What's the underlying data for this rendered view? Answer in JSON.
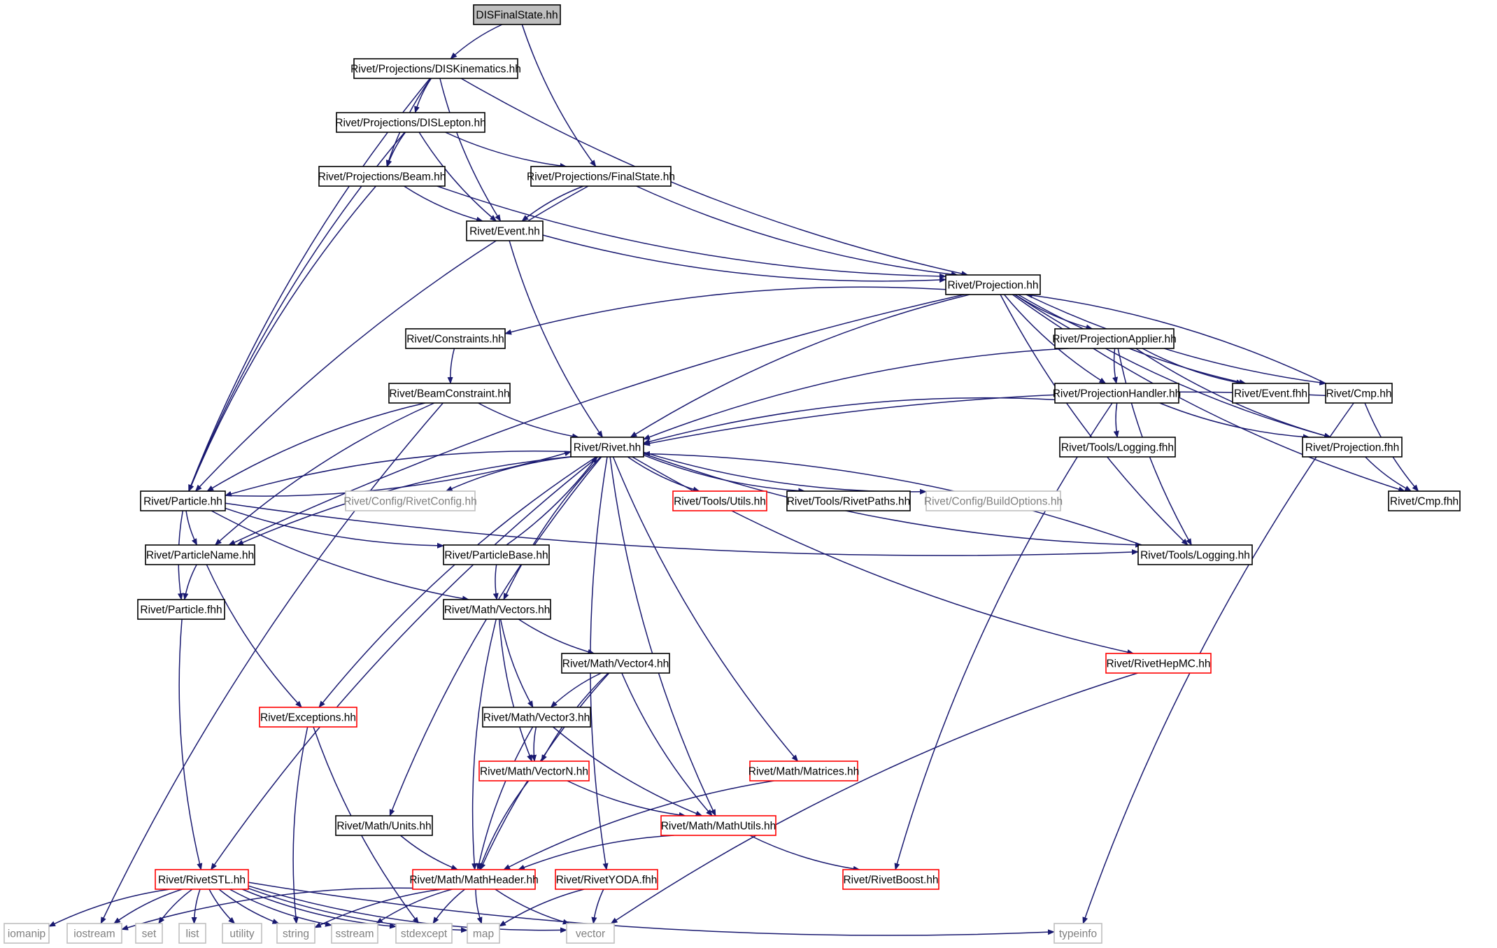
{
  "title_node": "DISFinalState.hh",
  "colors": {
    "edge": "#191970",
    "root_fill": "#bfbfbf",
    "normal_border": "#000000",
    "truncated_border": "#ff0000",
    "external_border": "#bfbfbf",
    "external_text": "#808080"
  },
  "legend_of_styles": {
    "root": "highlighted file (grey fill)",
    "normal": "documented header (black border)",
    "truncated": "header with hidden includes (red border)",
    "external": "undocumented / system header (grey border)"
  },
  "nodes": [
    {
      "id": "dfs",
      "label": "DISFinalState.hh",
      "style": "root"
    },
    {
      "id": "diskin",
      "label": "Rivet/Projections/DISKinematics.hh",
      "style": "normal"
    },
    {
      "id": "dislep",
      "label": "Rivet/Projections/DISLepton.hh",
      "style": "normal"
    },
    {
      "id": "beam",
      "label": "Rivet/Projections/Beam.hh",
      "style": "normal"
    },
    {
      "id": "fs",
      "label": "Rivet/Projections/FinalState.hh",
      "style": "normal"
    },
    {
      "id": "event",
      "label": "Rivet/Event.hh",
      "style": "normal"
    },
    {
      "id": "proj",
      "label": "Rivet/Projection.hh",
      "style": "normal"
    },
    {
      "id": "constr",
      "label": "Rivet/Constraints.hh",
      "style": "normal"
    },
    {
      "id": "beamc",
      "label": "Rivet/BeamConstraint.hh",
      "style": "normal"
    },
    {
      "id": "projapp",
      "label": "Rivet/ProjectionApplier.hh",
      "style": "normal"
    },
    {
      "id": "projhand",
      "label": "Rivet/ProjectionHandler.hh",
      "style": "normal"
    },
    {
      "id": "eventfhh",
      "label": "Rivet/Event.fhh",
      "style": "normal"
    },
    {
      "id": "cmp",
      "label": "Rivet/Cmp.hh",
      "style": "normal"
    },
    {
      "id": "logfhh",
      "label": "Rivet/Tools/Logging.fhh",
      "style": "normal"
    },
    {
      "id": "projfhh",
      "label": "Rivet/Projection.fhh",
      "style": "normal"
    },
    {
      "id": "cmpfhh",
      "label": "Rivet/Cmp.fhh",
      "style": "normal"
    },
    {
      "id": "rivet",
      "label": "Rivet/Rivet.hh",
      "style": "normal"
    },
    {
      "id": "particle",
      "label": "Rivet/Particle.hh",
      "style": "normal"
    },
    {
      "id": "rivetconfig",
      "label": "Rivet/Config/RivetConfig.hh",
      "style": "external"
    },
    {
      "id": "utils",
      "label": "Rivet/Tools/Utils.hh",
      "style": "truncated"
    },
    {
      "id": "rivetpaths",
      "label": "Rivet/Tools/RivetPaths.hh",
      "style": "normal"
    },
    {
      "id": "buildopts",
      "label": "Rivet/Config/BuildOptions.hh",
      "style": "external"
    },
    {
      "id": "pname",
      "label": "Rivet/ParticleName.hh",
      "style": "normal"
    },
    {
      "id": "pbase",
      "label": "Rivet/ParticleBase.hh",
      "style": "normal"
    },
    {
      "id": "logging",
      "label": "Rivet/Tools/Logging.hh",
      "style": "normal"
    },
    {
      "id": "pfhh",
      "label": "Rivet/Particle.fhh",
      "style": "normal"
    },
    {
      "id": "vectors",
      "label": "Rivet/Math/Vectors.hh",
      "style": "normal"
    },
    {
      "id": "vec4",
      "label": "Rivet/Math/Vector4.hh",
      "style": "normal"
    },
    {
      "id": "hepmc",
      "label": "Rivet/RivetHepMC.hh",
      "style": "truncated"
    },
    {
      "id": "exc",
      "label": "Rivet/Exceptions.hh",
      "style": "truncated"
    },
    {
      "id": "vec3",
      "label": "Rivet/Math/Vector3.hh",
      "style": "normal"
    },
    {
      "id": "vecn",
      "label": "Rivet/Math/VectorN.hh",
      "style": "truncated"
    },
    {
      "id": "matrices",
      "label": "Rivet/Math/Matrices.hh",
      "style": "truncated"
    },
    {
      "id": "units",
      "label": "Rivet/Math/Units.hh",
      "style": "normal"
    },
    {
      "id": "mathutils",
      "label": "Rivet/Math/MathUtils.hh",
      "style": "truncated"
    },
    {
      "id": "rstl",
      "label": "Rivet/RivetSTL.hh",
      "style": "truncated"
    },
    {
      "id": "mathheader",
      "label": "Rivet/Math/MathHeader.hh",
      "style": "truncated"
    },
    {
      "id": "yoda",
      "label": "Rivet/RivetYODA.fhh",
      "style": "truncated"
    },
    {
      "id": "boost",
      "label": "Rivet/RivetBoost.hh",
      "style": "truncated"
    },
    {
      "id": "iomanip",
      "label": "iomanip",
      "style": "external"
    },
    {
      "id": "iostream",
      "label": "iostream",
      "style": "external"
    },
    {
      "id": "set",
      "label": "set",
      "style": "external"
    },
    {
      "id": "list",
      "label": "list",
      "style": "external"
    },
    {
      "id": "utility",
      "label": "utility",
      "style": "external"
    },
    {
      "id": "string",
      "label": "string",
      "style": "external"
    },
    {
      "id": "sstream",
      "label": "sstream",
      "style": "external"
    },
    {
      "id": "stdexcept",
      "label": "stdexcept",
      "style": "external"
    },
    {
      "id": "map",
      "label": "map",
      "style": "external"
    },
    {
      "id": "vector",
      "label": "vector",
      "style": "external"
    },
    {
      "id": "typeinfo",
      "label": "typeinfo",
      "style": "external"
    }
  ],
  "edges": [
    [
      "dfs",
      "diskin"
    ],
    [
      "dfs",
      "fs"
    ],
    [
      "diskin",
      "dislep"
    ],
    [
      "diskin",
      "beam"
    ],
    [
      "diskin",
      "event"
    ],
    [
      "diskin",
      "proj"
    ],
    [
      "diskin",
      "particle"
    ],
    [
      "dislep",
      "beam"
    ],
    [
      "dislep",
      "fs"
    ],
    [
      "dislep",
      "event"
    ],
    [
      "dislep",
      "particle"
    ],
    [
      "beam",
      "event"
    ],
    [
      "beam",
      "proj"
    ],
    [
      "beam",
      "particle"
    ],
    [
      "fs",
      "event"
    ],
    [
      "fs",
      "proj"
    ],
    [
      "fs",
      "particle"
    ],
    [
      "event",
      "proj"
    ],
    [
      "event",
      "rivet"
    ],
    [
      "proj",
      "constr"
    ],
    [
      "proj",
      "projapp"
    ],
    [
      "proj",
      "projhand"
    ],
    [
      "proj",
      "eventfhh"
    ],
    [
      "proj",
      "cmp"
    ],
    [
      "proj",
      "projfhh"
    ],
    [
      "proj",
      "cmpfhh"
    ],
    [
      "proj",
      "rivet"
    ],
    [
      "proj",
      "logging"
    ],
    [
      "proj",
      "pname"
    ],
    [
      "constr",
      "beamc"
    ],
    [
      "beamc",
      "rivet"
    ],
    [
      "beamc",
      "particle"
    ],
    [
      "beamc",
      "pname"
    ],
    [
      "beamc",
      "iostream"
    ],
    [
      "projapp",
      "projhand"
    ],
    [
      "projapp",
      "eventfhh"
    ],
    [
      "projapp",
      "projfhh"
    ],
    [
      "projapp",
      "rivet"
    ],
    [
      "projapp",
      "logging"
    ],
    [
      "projhand",
      "logfhh"
    ],
    [
      "projhand",
      "projfhh"
    ],
    [
      "projhand",
      "rivet"
    ],
    [
      "projhand",
      "boost"
    ],
    [
      "cmp",
      "proj"
    ],
    [
      "cmp",
      "cmpfhh"
    ],
    [
      "cmp",
      "rivet"
    ],
    [
      "cmp",
      "typeinfo"
    ],
    [
      "projfhh",
      "cmpfhh"
    ],
    [
      "rivet",
      "particle"
    ],
    [
      "rivet",
      "rivetconfig"
    ],
    [
      "rivet",
      "utils"
    ],
    [
      "rivet",
      "rivetpaths"
    ],
    [
      "rivet",
      "buildopts"
    ],
    [
      "rivet",
      "pname"
    ],
    [
      "rivet",
      "logging"
    ],
    [
      "rivet",
      "vectors"
    ],
    [
      "rivet",
      "hepmc"
    ],
    [
      "rivet",
      "exc"
    ],
    [
      "rivet",
      "rstl"
    ],
    [
      "rivet",
      "units"
    ],
    [
      "rivet",
      "mathutils"
    ],
    [
      "rivet",
      "matrices"
    ],
    [
      "rivet",
      "yoda"
    ],
    [
      "particle",
      "rivet"
    ],
    [
      "particle",
      "pname"
    ],
    [
      "particle",
      "pbase"
    ],
    [
      "particle",
      "pfhh"
    ],
    [
      "particle",
      "vectors"
    ],
    [
      "particle",
      "logging"
    ],
    [
      "pname",
      "pfhh"
    ],
    [
      "pname",
      "exc"
    ],
    [
      "pbase",
      "rivet"
    ],
    [
      "pbase",
      "vectors"
    ],
    [
      "logging",
      "rivet"
    ],
    [
      "pfhh",
      "rstl"
    ],
    [
      "vectors",
      "vec4"
    ],
    [
      "vectors",
      "vec3"
    ],
    [
      "vectors",
      "vecn"
    ],
    [
      "vectors",
      "mathheader"
    ],
    [
      "vec4",
      "vec3"
    ],
    [
      "vec4",
      "vecn"
    ],
    [
      "vec4",
      "mathutils"
    ],
    [
      "vec4",
      "mathheader"
    ],
    [
      "vec3",
      "vecn"
    ],
    [
      "vec3",
      "mathutils"
    ],
    [
      "vec3",
      "mathheader"
    ],
    [
      "vecn",
      "mathutils"
    ],
    [
      "vecn",
      "mathheader"
    ],
    [
      "matrices",
      "mathheader"
    ],
    [
      "units",
      "mathheader"
    ],
    [
      "mathutils",
      "mathheader"
    ],
    [
      "mathutils",
      "boost"
    ],
    [
      "hepmc",
      "vector"
    ],
    [
      "exc",
      "string"
    ],
    [
      "exc",
      "stdexcept"
    ],
    [
      "rstl",
      "iomanip"
    ],
    [
      "rstl",
      "iostream"
    ],
    [
      "rstl",
      "set"
    ],
    [
      "rstl",
      "list"
    ],
    [
      "rstl",
      "utility"
    ],
    [
      "rstl",
      "string"
    ],
    [
      "rstl",
      "sstream"
    ],
    [
      "rstl",
      "stdexcept"
    ],
    [
      "rstl",
      "map"
    ],
    [
      "rstl",
      "vector"
    ],
    [
      "rstl",
      "typeinfo"
    ],
    [
      "mathheader",
      "iostream"
    ],
    [
      "mathheader",
      "string"
    ],
    [
      "mathheader",
      "sstream"
    ],
    [
      "mathheader",
      "stdexcept"
    ],
    [
      "mathheader",
      "map"
    ],
    [
      "mathheader",
      "vector"
    ],
    [
      "yoda",
      "map"
    ],
    [
      "yoda",
      "vector"
    ]
  ]
}
